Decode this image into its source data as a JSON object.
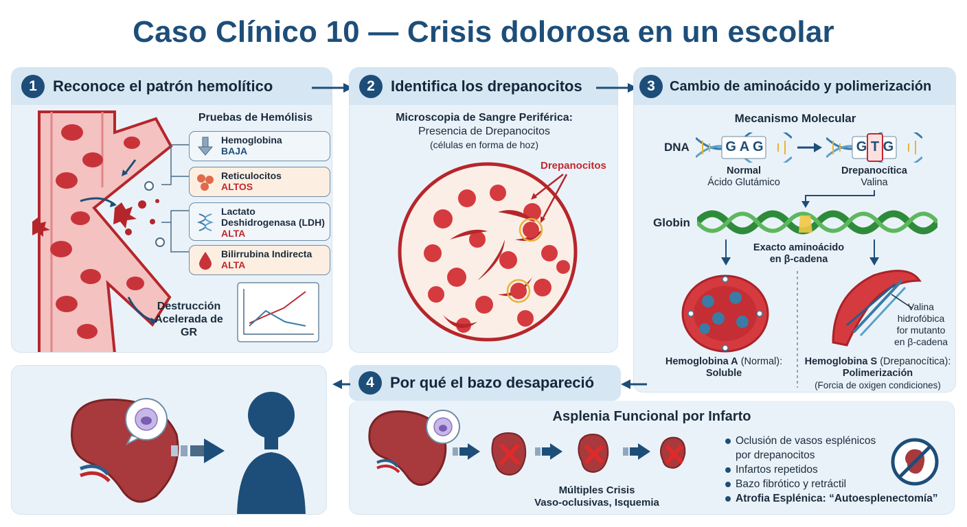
{
  "title": "Caso Clínico 10 — Crisis dolorosa en un escolar",
  "colors": {
    "navy": "#1d4e79",
    "red": "#c0282d",
    "panel": "#eaf2f9",
    "panel_head": "#d6e6f3",
    "blood": "#c8333a"
  },
  "panel1": {
    "num": "1",
    "heading": "Reconoce el patrón hemolítico",
    "tests_title": "Pruebas de Hemólisis",
    "tests": [
      {
        "name": "Hemoglobina",
        "status": "BAJA",
        "icon": "down-arrow-icon"
      },
      {
        "name": "Reticulocitos",
        "status": "ALTOS",
        "icon": "reticulocyte-icon"
      },
      {
        "name_line1": "Lactato",
        "name_line2": "Deshidrogenasa (LDH)",
        "status": "ALTA",
        "icon": "dna-enzyme-icon"
      },
      {
        "name": "Bilirrubina Indirecta",
        "status": "ALTA",
        "icon": "drop-icon"
      }
    ],
    "destruction_lines": [
      "Destrucción",
      "Acelerada de",
      "GR"
    ]
  },
  "panel2": {
    "num": "2",
    "heading": "Identifica los drepanocitos",
    "micro_title": "Microscopia de Sangre Periférica:",
    "micro_sub": "Presencia de Drepanocitos",
    "micro_note": "(células en forma de hoz)",
    "label": "Drepanocitos"
  },
  "panel3": {
    "num": "3",
    "heading": "Cambio de aminoácido y polimerización",
    "mechanism": "Mecanismo Molecular",
    "dna_label": "DNA",
    "codon_normal": [
      "G",
      "A",
      "G"
    ],
    "codon_mutant": [
      "G",
      "T",
      "G"
    ],
    "normal_title": "Normal",
    "normal_sub": "Ácido Glutámico",
    "mutant_title": "Drepanocítica",
    "mutant_sub": "Valina",
    "globin_label": "Globin",
    "exact_line1": "Exacto aminoácido",
    "exact_line2": "en β-cadena",
    "valina_lines": [
      "Valina",
      "hidrofóbica",
      "for mutanto",
      "en β-cadena"
    ],
    "hba_line1_bold": "Hemoglobina A",
    "hba_line1_rest": " (Normal):",
    "hba_line2": "Soluble",
    "hbs_line1_bold": "Hemoglobina S",
    "hbs_line1_rest": " (Drepanocítica):",
    "hbs_line2": "Polimerización",
    "hbs_line3": "(Forcia de oxigen condiciones)"
  },
  "panel4": {
    "num": "4",
    "heading": "Por qué el bazo desapareció",
    "asplenia_title": "Asplenia Funcional por Infarto",
    "crisis_line1": "Múltiples Crisis",
    "crisis_line2": "Vaso-oclusivas, Isquemia",
    "bullets": [
      "Oclusión de vasos esplénicos por drepanocitos",
      "Infartos repetidos",
      "Bazo fibrótico y retráctil",
      "Atrofia Esplénica: “Autoesplenectomía”"
    ]
  }
}
